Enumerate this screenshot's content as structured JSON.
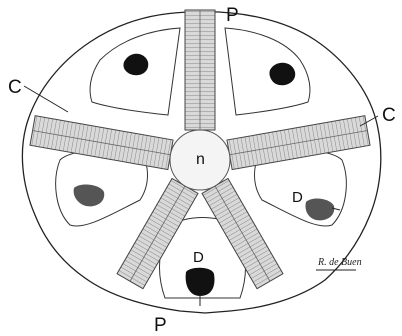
{
  "figure": {
    "labels": {
      "top": "P",
      "bottom": "P",
      "left": "C",
      "right": "C",
      "center": "n",
      "lower_center": "D",
      "lower_right": "D"
    },
    "signature": "R. de Buen"
  }
}
